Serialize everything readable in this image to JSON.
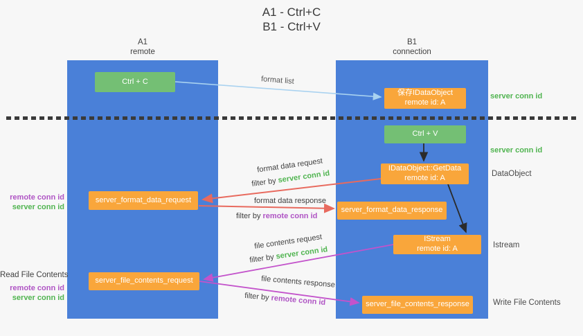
{
  "title": {
    "line1": "A1 - Ctrl+C",
    "line2": "B1 - Ctrl+V"
  },
  "lanes": {
    "left": {
      "name": "A1",
      "role": "remote"
    },
    "right": {
      "name": "B1",
      "role": "connection"
    }
  },
  "nodes": {
    "ctrl_c": {
      "label": "Ctrl + C"
    },
    "save_dataobject": {
      "line1": "保存IDataObject",
      "line2": "remote id: A"
    },
    "ctrl_v": {
      "label": "Ctrl + V"
    },
    "getdata": {
      "line1": "IDataObject::GetData",
      "line2": "remote id: A"
    },
    "format_request": {
      "label": "server_format_data_request"
    },
    "format_response": {
      "label": "server_format_data_response"
    },
    "istream": {
      "line1": "IStream",
      "line2": "remote id: A"
    },
    "file_request": {
      "label": "server_file_contents_request"
    },
    "file_response": {
      "label": "server_file_contents_response"
    }
  },
  "edges": {
    "format_list": {
      "label": "format list"
    },
    "format_request": {
      "label": "format data request",
      "filter_prefix": "filter by ",
      "filter_key": "server conn id"
    },
    "format_response": {
      "label": "format data response",
      "filter_prefix": "filter by ",
      "filter_key": "remote conn id"
    },
    "file_request": {
      "label": "file contents request",
      "filter_prefix": "filter by ",
      "filter_key": "server conn id"
    },
    "file_response": {
      "label": "file contents response",
      "filter_prefix": "filter by ",
      "filter_key": "remote conn id"
    }
  },
  "annotations": {
    "server_conn_id_top": "server conn id",
    "server_conn_id_mid": "server conn id",
    "dataobject": "DataObject",
    "istream": "Istream",
    "write_file_contents": "Write File Contents",
    "read_file_contents": "Read File Contents",
    "left_remote_conn_id_1": "remote conn id",
    "left_server_conn_id_1": "server conn id",
    "left_remote_conn_id_2": "remote conn id",
    "left_server_conn_id_2": "server conn id"
  },
  "colors": {
    "lane_blue": "#4a80d8",
    "action_green": "#74bf74",
    "object_orange": "#f9a63b",
    "request_red": "#e86a5e",
    "response_magenta": "#c353cb",
    "format_list_blue": "#a9d2f0",
    "conn_id_green": "#50b450",
    "conn_id_purple": "#af54c4"
  }
}
